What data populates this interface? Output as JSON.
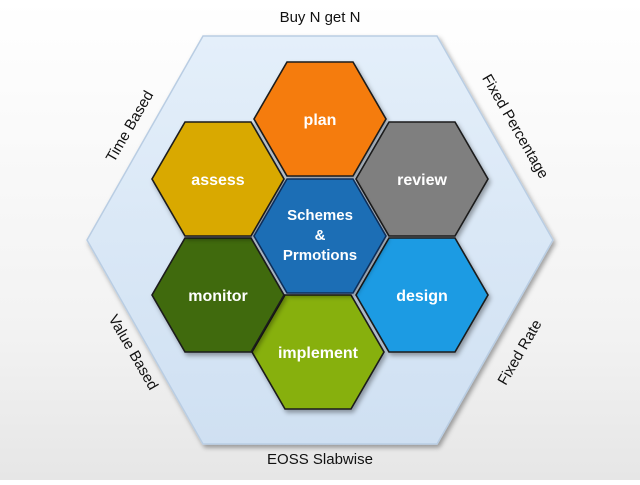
{
  "outer_labels": {
    "top": "Buy N get N",
    "bottom": "EOSS Slabwise",
    "top_left": "Time Based",
    "top_right": "Fixed Percentage",
    "bottom_left": "Value Based",
    "bottom_right": "Fixed Rate"
  },
  "center": {
    "line1": "Schemes",
    "line2": "&",
    "line3": "Prmotions",
    "color": "#1e6eb5"
  },
  "cells": [
    {
      "key": "plan",
      "label": "plan",
      "color": "#f57c0a"
    },
    {
      "key": "review",
      "label": "review",
      "color": "#7f7f7f"
    },
    {
      "key": "design",
      "label": "design",
      "color": "#1a9be3"
    },
    {
      "key": "implement",
      "label": "implement",
      "color": "#87b00f"
    },
    {
      "key": "monitor",
      "label": "monitor",
      "color": "#3f6a10"
    },
    {
      "key": "assess",
      "label": "assess",
      "color": "#d9a900"
    }
  ],
  "outer_hexagon_color": "#d6e6f5"
}
